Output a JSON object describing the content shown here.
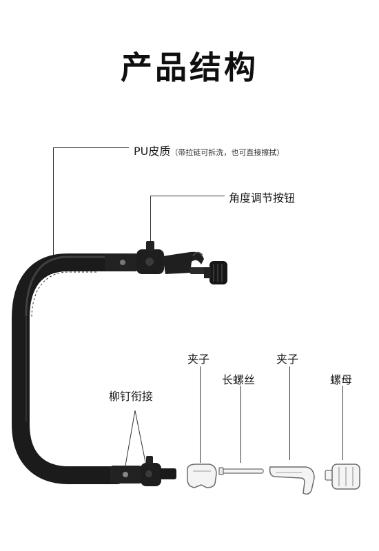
{
  "title": "产品结构",
  "labels": {
    "pu_leather": "PU皮质",
    "pu_note": "（带拉链可拆洗，也可直接擦拭）",
    "angle_button": "角度调节按钮",
    "rivet_joint": "柳钉衔接",
    "clamp_1": "夹子",
    "long_screw": "长螺丝",
    "clamp_2": "夹子",
    "nut": "螺母"
  },
  "colors": {
    "bar": "#1b1b1b",
    "bar_highlight": "#4a4a4a",
    "part_outline": "#6b6b6b",
    "part_fill": "#f4f4f4",
    "leader_line": "#333333"
  }
}
